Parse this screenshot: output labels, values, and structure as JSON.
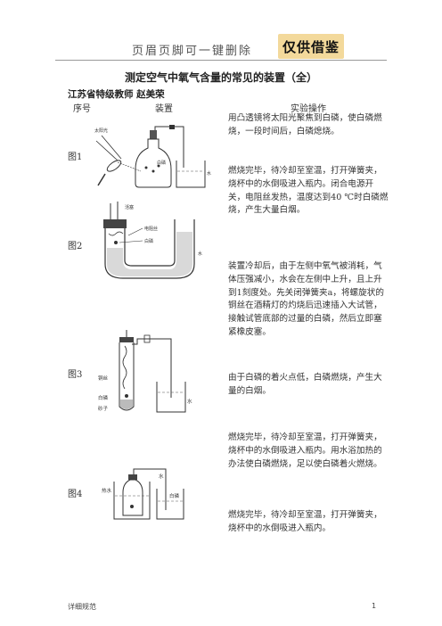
{
  "header": {
    "text": "页眉页脚可一键删除",
    "badge": "仅供借鉴"
  },
  "title": "测定空气中氧气含量的常见的装置（全）",
  "author": "江苏省特级教师  赵美荣",
  "columns": {
    "index": "序号",
    "apparatus": "装置",
    "operation": "实验操作"
  },
  "figures": [
    {
      "label": "图1",
      "fig_labels": [
        "太阳光",
        "白磷",
        "水"
      ]
    },
    {
      "label": "图2",
      "fig_labels": [
        "活塞",
        "电阻丝",
        "白磷",
        "水"
      ]
    },
    {
      "label": "图3",
      "fig_labels": [
        "铜丝",
        "白磷",
        "砂子",
        "水"
      ]
    },
    {
      "label": "图4",
      "fig_labels": [
        "热水",
        "白磷",
        "水"
      ]
    }
  ],
  "text_blocks": [
    "用凸透镜将太阳光聚焦到白磷，使白磷燃烧，一段时间后，白磷熄烧。",
    "燃烧完毕，待冷却至室温，打开弹簧夹，烧杯中的水倒吸进入瓶内。闭合电源开关，电阻丝发热，温度达到40 ℃时白磷燃烧，产生大量白烟。",
    "装置冷却后，由于左侧中氧气被消耗，气体压强减小，水会在左侧中上升，且上升到1刻度处。先关闭弹簧夹a，将螺旋状的铜丝在酒精灯的灼烧后迅速插入大试管，接触试管底部的过量的白磷，然后立即塞紧橡皮塞。",
    "由于白磷的着火点低，白磷燃烧，产生大量的白烟。",
    "燃烧完毕，待冷却至室温，打开弹簧夹，烧杯中的水倒吸进入瓶内。用水浴加热的办法使白磷燃烧，足以使白磷着火燃烧。",
    "燃烧完毕，待冷却至室温，打开弹簧夹，烧杯中的水倒吸进入瓶内。"
  ],
  "footer": {
    "left": "详细规范",
    "page": "1"
  }
}
